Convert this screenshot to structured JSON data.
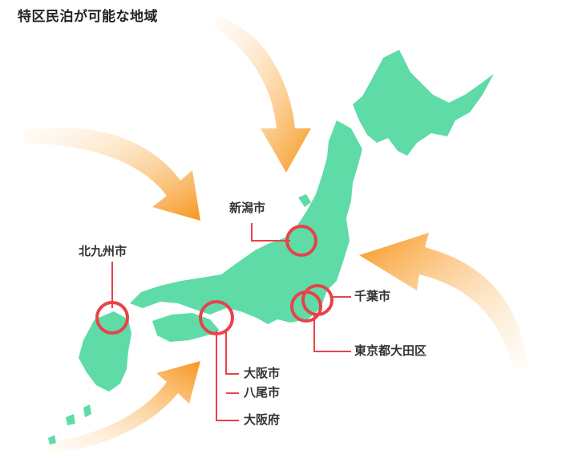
{
  "title": "特区民泊が可能な地域",
  "colors": {
    "land": "#5fdba8",
    "marker": "#e8424a",
    "arrow_light": "#fff0d8",
    "arrow_dark": "#f7961d"
  },
  "cities": {
    "niigata": "新潟市",
    "kitakyushu": "北九州市",
    "chiba": "千葉市",
    "ota": "東京都大田区",
    "osaka_city": "大阪市",
    "yao": "八尾市",
    "osaka_pref": "大阪府"
  }
}
